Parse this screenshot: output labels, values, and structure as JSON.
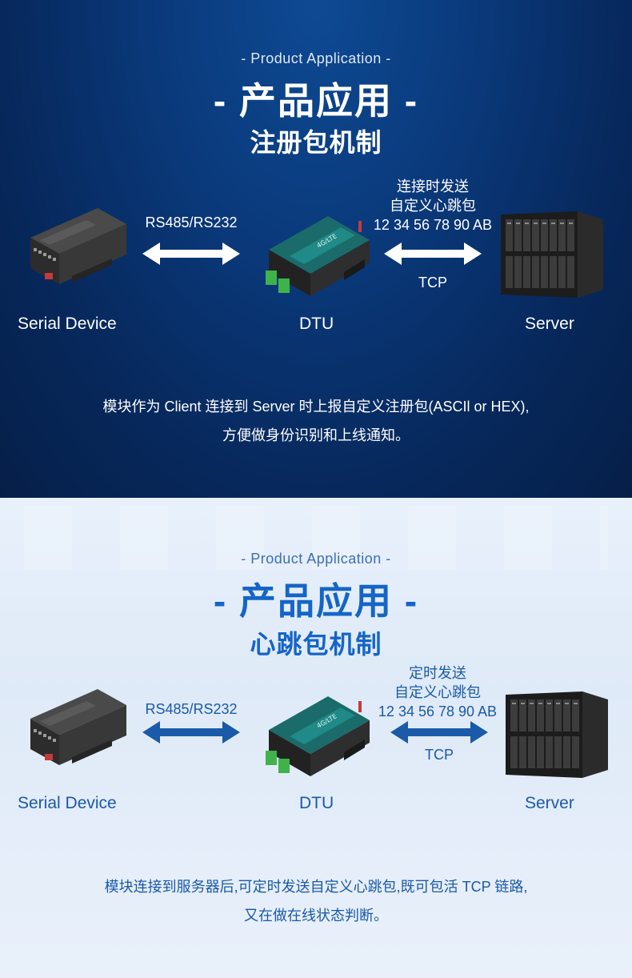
{
  "section1": {
    "en_tag": "- Product Application -",
    "title": "- 产品应用 -",
    "subtitle": "注册包机制",
    "left_link_label": "RS485/RS232",
    "right_link_label_lines": [
      "连接时发送",
      "自定义心跳包",
      "12 34 56 78 90 AB"
    ],
    "tcp_label": "TCP",
    "devices": [
      "Serial Device",
      "DTU",
      "Server"
    ],
    "description_lines": [
      "模块作为 Client 连接到 Server 时上报自定义注册包(ASCIl or HEX),",
      "方便做身份识别和上线通知。"
    ],
    "dtu_badge": "4G/LTE",
    "arrow_color": "#ffffff"
  },
  "section2": {
    "en_tag": "- Product Application -",
    "title": "- 产品应用 -",
    "subtitle": "心跳包机制",
    "left_link_label": "RS485/RS232",
    "right_link_label_lines": [
      "定时发送",
      "自定义心跳包",
      "12 34 56 78 90 AB"
    ],
    "tcp_label": "TCP",
    "devices": [
      "Serial Device",
      "DTU",
      "Server"
    ],
    "description_lines": [
      "模块连接到服务器后,可定时发送自定义心跳包,既可包活 TCP 链路,",
      "又在做在线状态判断。"
    ],
    "dtu_badge": "4G/LTE",
    "arrow_color": "#1a5aa8"
  }
}
